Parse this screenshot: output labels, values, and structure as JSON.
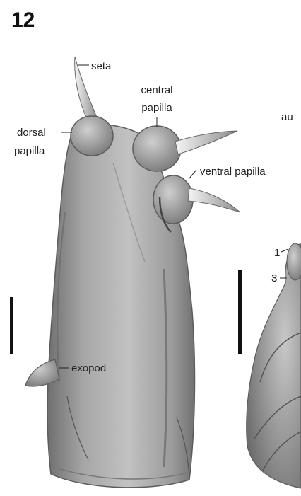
{
  "figure": {
    "number": "12",
    "labels": {
      "seta": "seta",
      "central_papilla_line1": "central",
      "central_papilla_line2": "papilla",
      "dorsal_papilla_line1": "dorsal",
      "dorsal_papilla_line2": "papilla",
      "ventral_papilla": "ventral papilla",
      "exopod": "exopod",
      "cropped_label": "au",
      "marker_1": "1",
      "marker_3": "3"
    }
  }
}
